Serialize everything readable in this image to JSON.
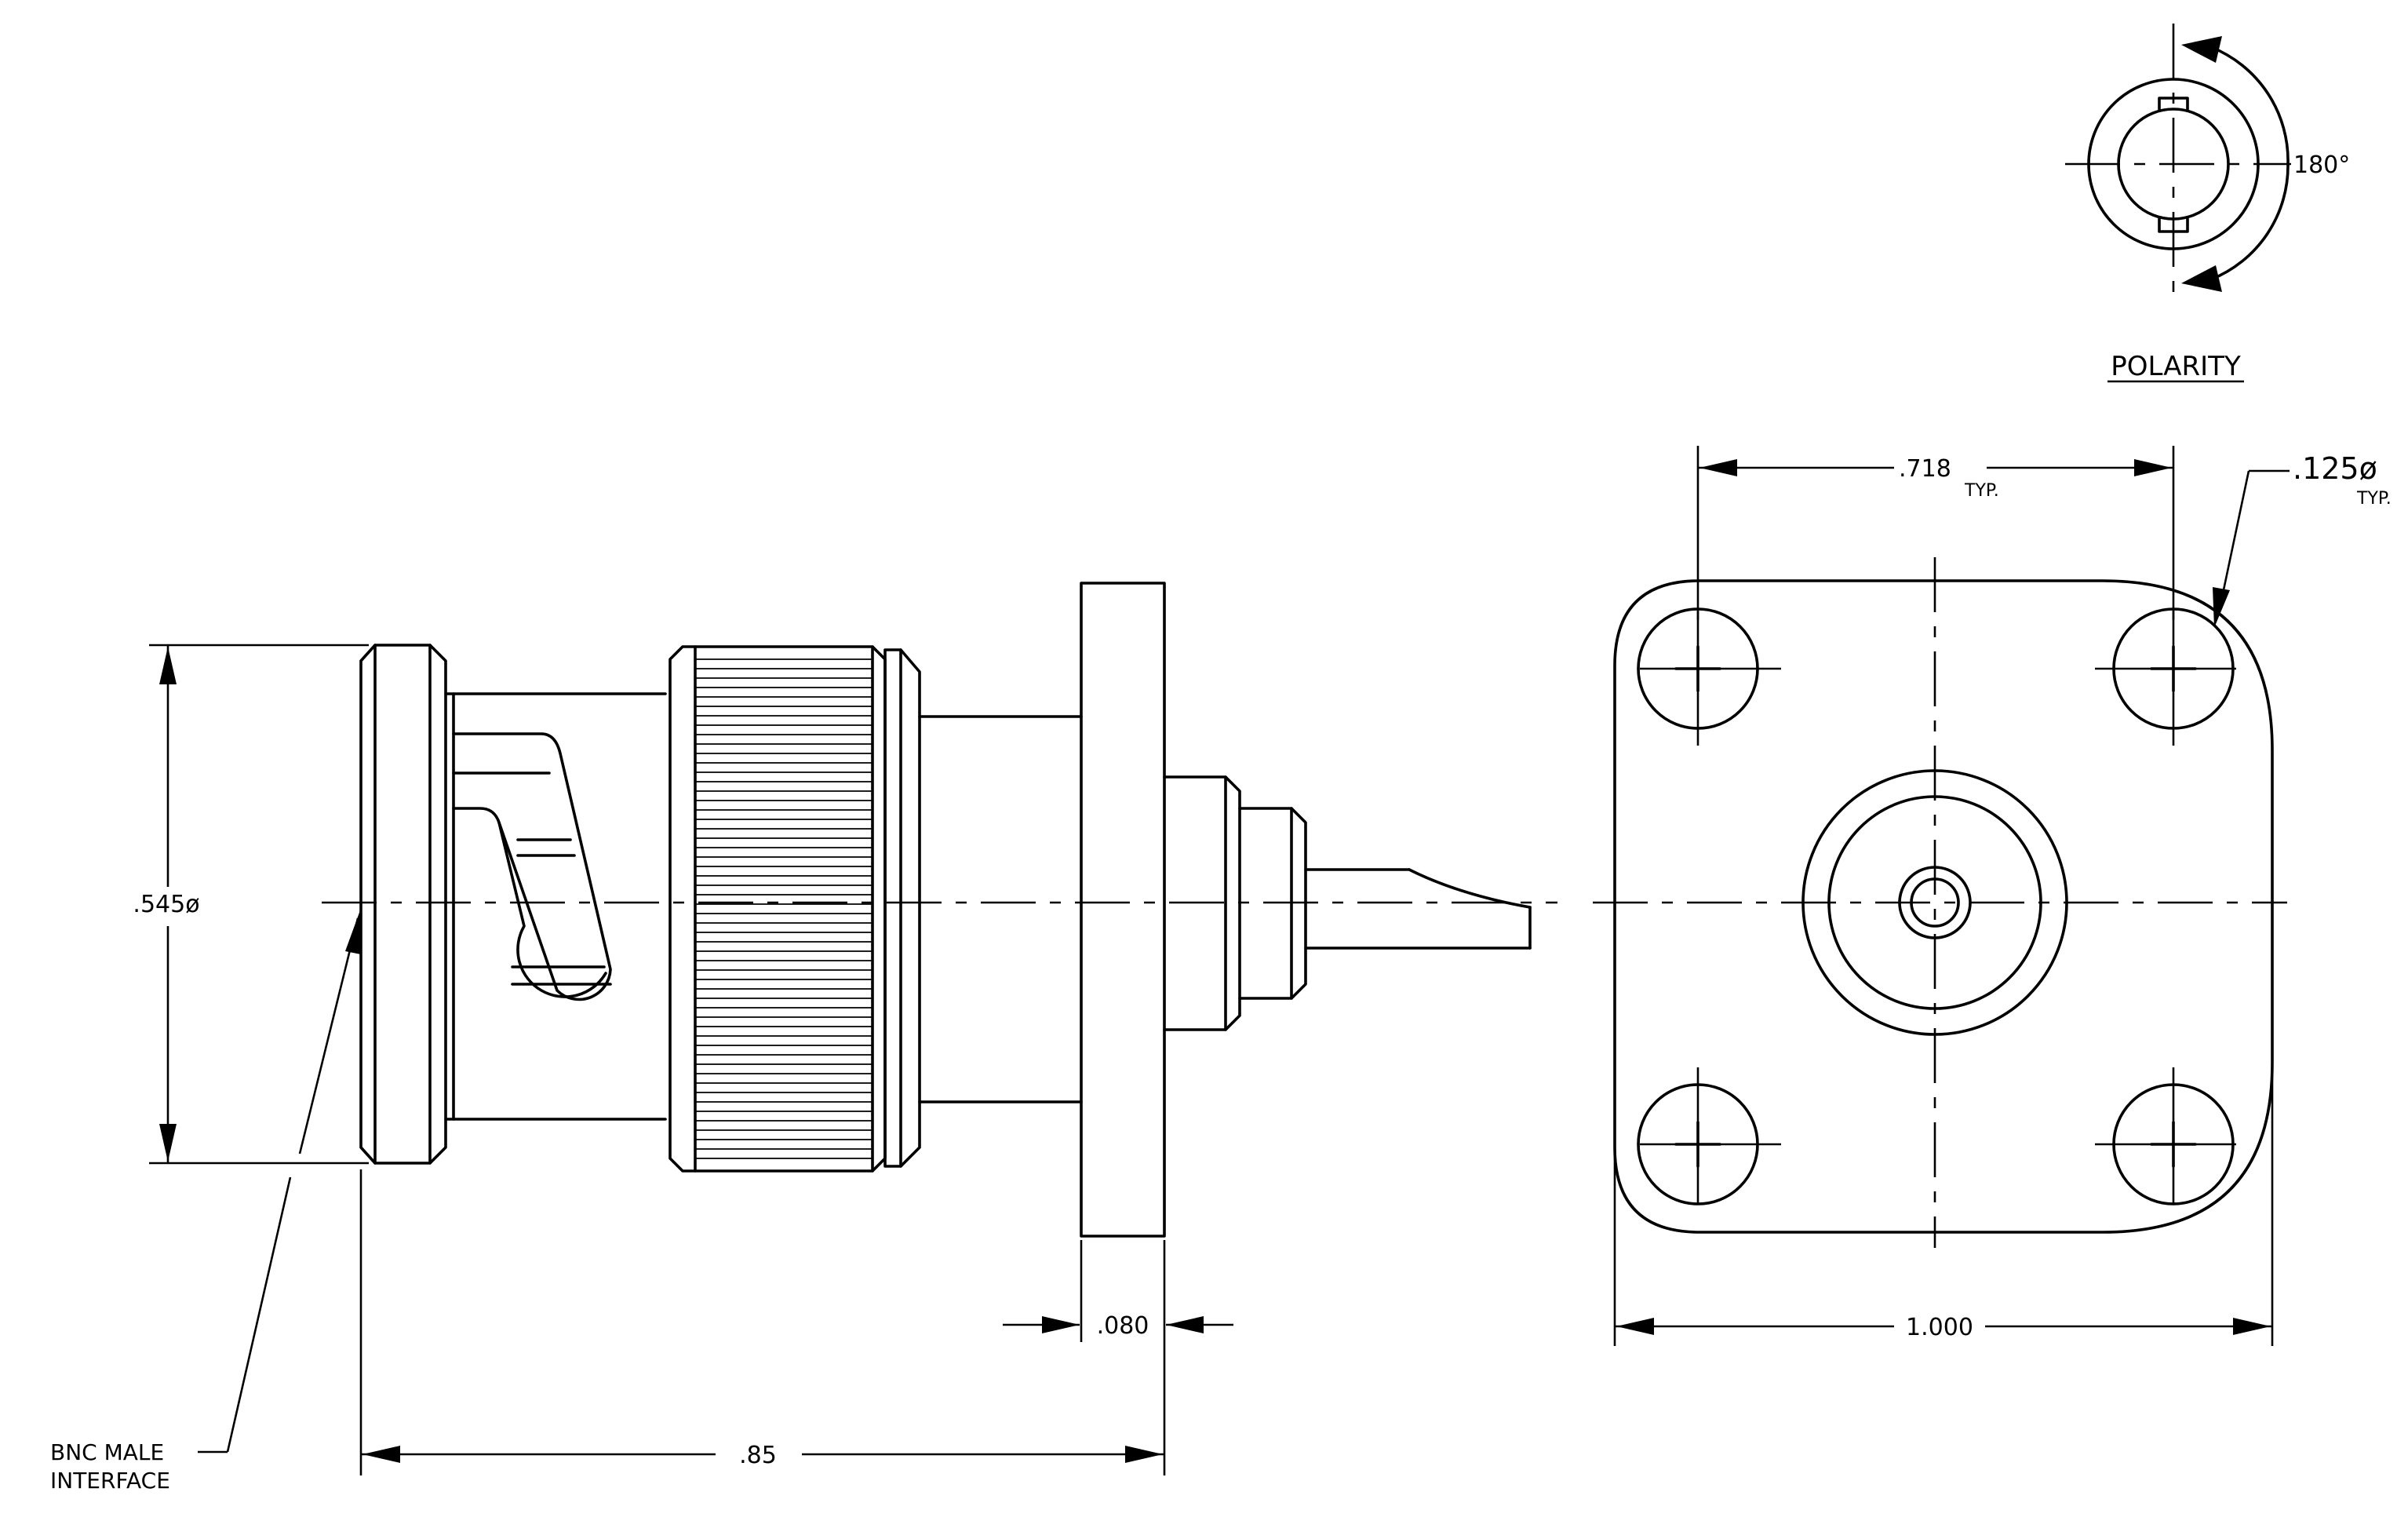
{
  "diagram": {
    "polarity_angle": "180°",
    "polarity_title": "POLARITY",
    "dim_hole_spacing": ".718",
    "dim_hole_spacing_note": "TYP.",
    "dim_hole_diameter": ".125ø",
    "dim_hole_diameter_note": "TYP.",
    "dim_body_diameter": ".545ø",
    "dim_flange_thickness": ".080",
    "dim_length": ".85",
    "dim_flange_width": "1.000",
    "interface_line1": "BNC MALE",
    "interface_line2": "INTERFACE"
  }
}
